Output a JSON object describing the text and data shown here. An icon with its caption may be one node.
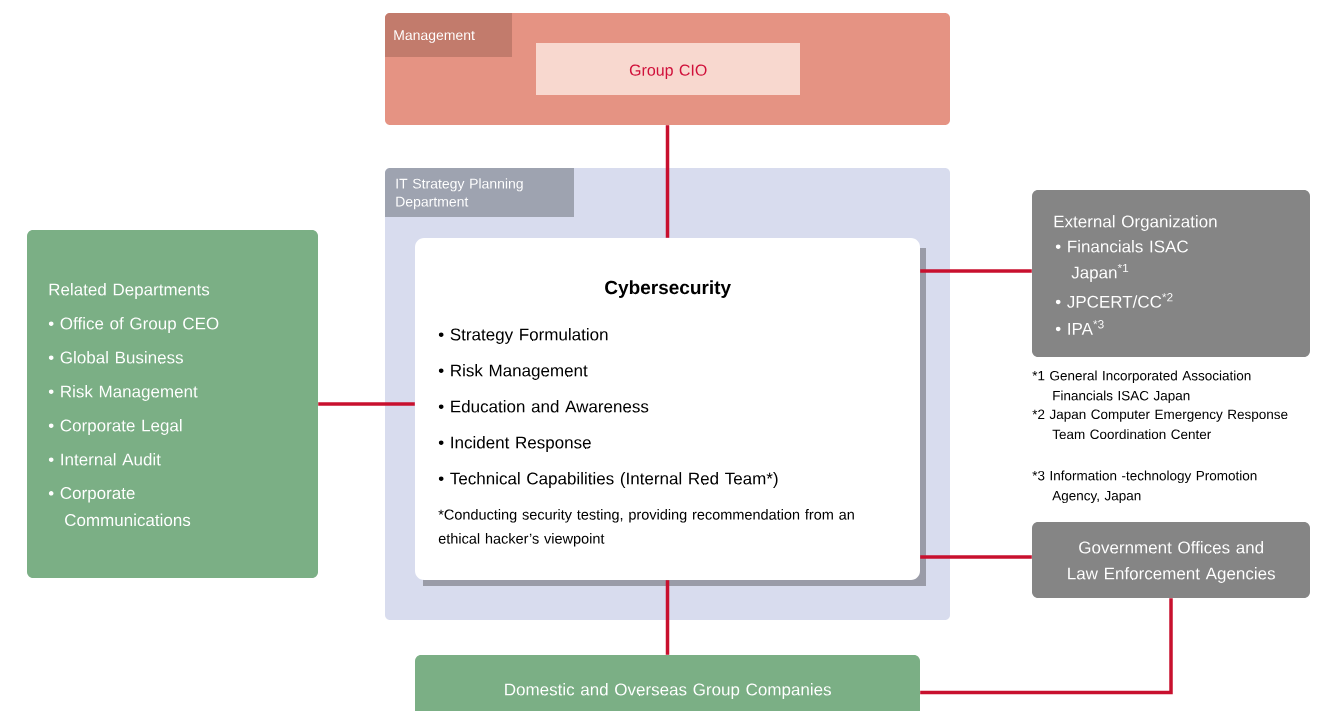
{
  "diagram": {
    "nodes": [
      {
        "text": [
          "Management"
        ]
      },
      {
        "text": [
          "Group CIO"
        ],
        "in": 0
      },
      {
        "text": [
          "IT Strategy Planning Department"
        ]
      },
      {
        "text": [
          "Cybersecurity",
          "• Strategy Formulation",
          "• Risk Management",
          "• Education and Awareness",
          "• Incident Response",
          "• Technical Capabilities (Internal Red Team*)",
          "*Conducting security testing, providing recommendation from an ethical hacker’s viewpoint"
        ],
        "in": 2
      },
      {
        "text": [
          "Related Departments",
          "• Office of Group CEO",
          "• Global Business",
          "• Risk Management",
          "• Corporate Legal",
          "• Internal Audit",
          "• Corporate Communications"
        ]
      },
      {
        "text": [
          "External Organization",
          "• Financials ISAC Japan$^{*1}$",
          "• JPCERT/CC$^{*2}$",
          "• IPA$^{*3}$"
        ],
        "beside": [
          "*1 General Incorporated Association Financials ISAC Japan",
          "*2 Japan Computer Emergency Response Team Coordination Center",
          "*3 Information -technology Promotion Agency, Japan"
        ]
      },
      {
        "text": [
          "Government Offices and Law Enforcement Agencies"
        ]
      },
      {
        "text": [
          "Domestic and Overseas Group Companies"
        ]
      }
    ],
    "edges": [
      {
        "from": 0,
        "to": 3,
        "arrow": "none"
      },
      {
        "from": 3,
        "to": 5,
        "arrow": "none"
      },
      {
        "from": 4,
        "to": 3,
        "arrow": "none"
      },
      {
        "from": 3,
        "to": 7,
        "arrow": "none"
      },
      {
        "from": 3,
        "to": 6,
        "arrow": "none"
      },
      {
        "from": 6,
        "to": 7,
        "arrow": "none"
      }
    ]
  }
}
